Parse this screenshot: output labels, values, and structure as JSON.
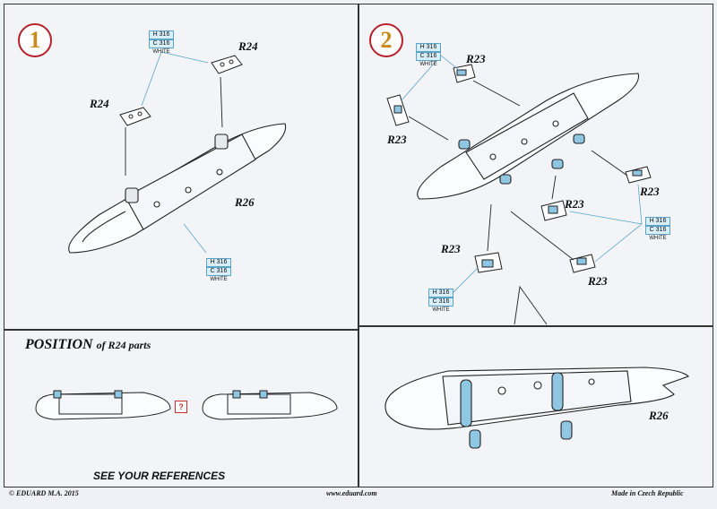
{
  "steps": {
    "step1": "1",
    "step2": "2"
  },
  "paint_code": {
    "h": "H 316",
    "c": "C 316",
    "color": "WHITE"
  },
  "step1": {
    "r24_top": "R24",
    "r24_left": "R24",
    "r26": "R26"
  },
  "step2": {
    "r23_top": "R23",
    "r23_left": "R23",
    "r23_right": "R23",
    "r23_mid": "R23",
    "r23_bottom": "R23",
    "r23_lower_right": "R23"
  },
  "position": {
    "title": "POSITION",
    "subtitle": "of R24 parts",
    "question_mark": "?",
    "see_refs": "SEE YOUR REFERENCES"
  },
  "detail": {
    "r26": "R26"
  },
  "footer": {
    "left": "© EDUARD  M.A. 2015",
    "center": "www.eduard.com",
    "right": "Made in Czech Republic"
  },
  "colors": {
    "accent_red": "#b8202a",
    "number_gold": "#c98a1a",
    "highlight_blue": "#8fc7e3"
  }
}
